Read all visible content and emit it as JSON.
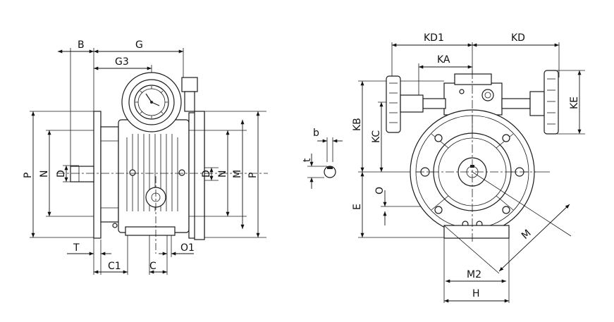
{
  "labels": {
    "B": "B",
    "G": "G",
    "G3": "G3",
    "P_left": "P",
    "N_left": "N",
    "D_left": "D",
    "D_right": "D",
    "N_right": "N",
    "M_right": "M",
    "P_right": "P",
    "T": "T",
    "C1": "C1",
    "C": "C",
    "O1": "O1",
    "KD1": "KD1",
    "KD": "KD",
    "KA": "KA",
    "KB": "KB",
    "KC": "KC",
    "KE": "KE",
    "b": "b",
    "t": "t",
    "E": "E",
    "O": "O",
    "M_diag": "M",
    "M2": "M2",
    "H": "H"
  }
}
